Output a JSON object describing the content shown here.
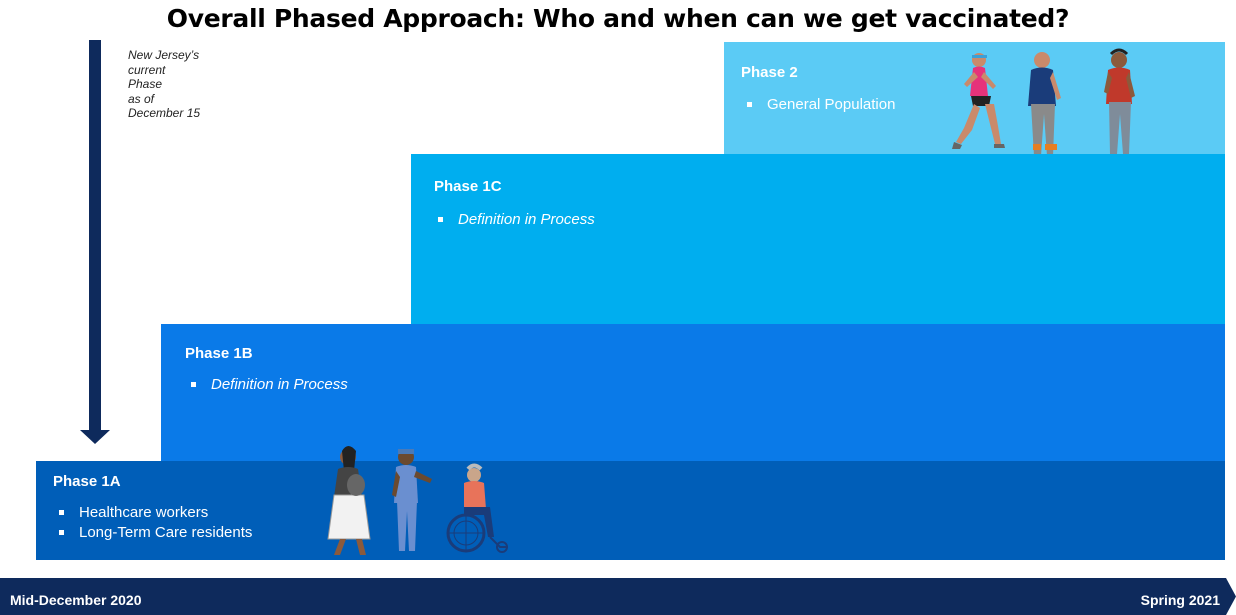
{
  "title": "Overall Phased Approach: Who and when can we get vaccinated?",
  "current_phase_note": "New Jersey’s\ncurrent\nPhase\nas of\nDecember 15",
  "phases": [
    {
      "name": "Phase 2",
      "items": [
        "General Population"
      ]
    },
    {
      "name": "Phase 1C",
      "items": [
        "Definition in Process"
      ]
    },
    {
      "name": "Phase 1B",
      "items": [
        "Definition in Process"
      ]
    },
    {
      "name": "Phase 1A",
      "items": [
        "Healthcare workers",
        "Long-Term Care residents"
      ]
    }
  ],
  "timeline": {
    "start": "Mid-December  2020",
    "end": "Spring  2021"
  },
  "colors": {
    "phase2": "#5bcbf5",
    "phase1c": "#00aeef",
    "phase1b": "#0a7ae8",
    "phase1a": "#005eb8",
    "navy": "#0e2a5c"
  },
  "illustrations": [
    "general-population-people-icon",
    "healthcare-people-icon"
  ]
}
